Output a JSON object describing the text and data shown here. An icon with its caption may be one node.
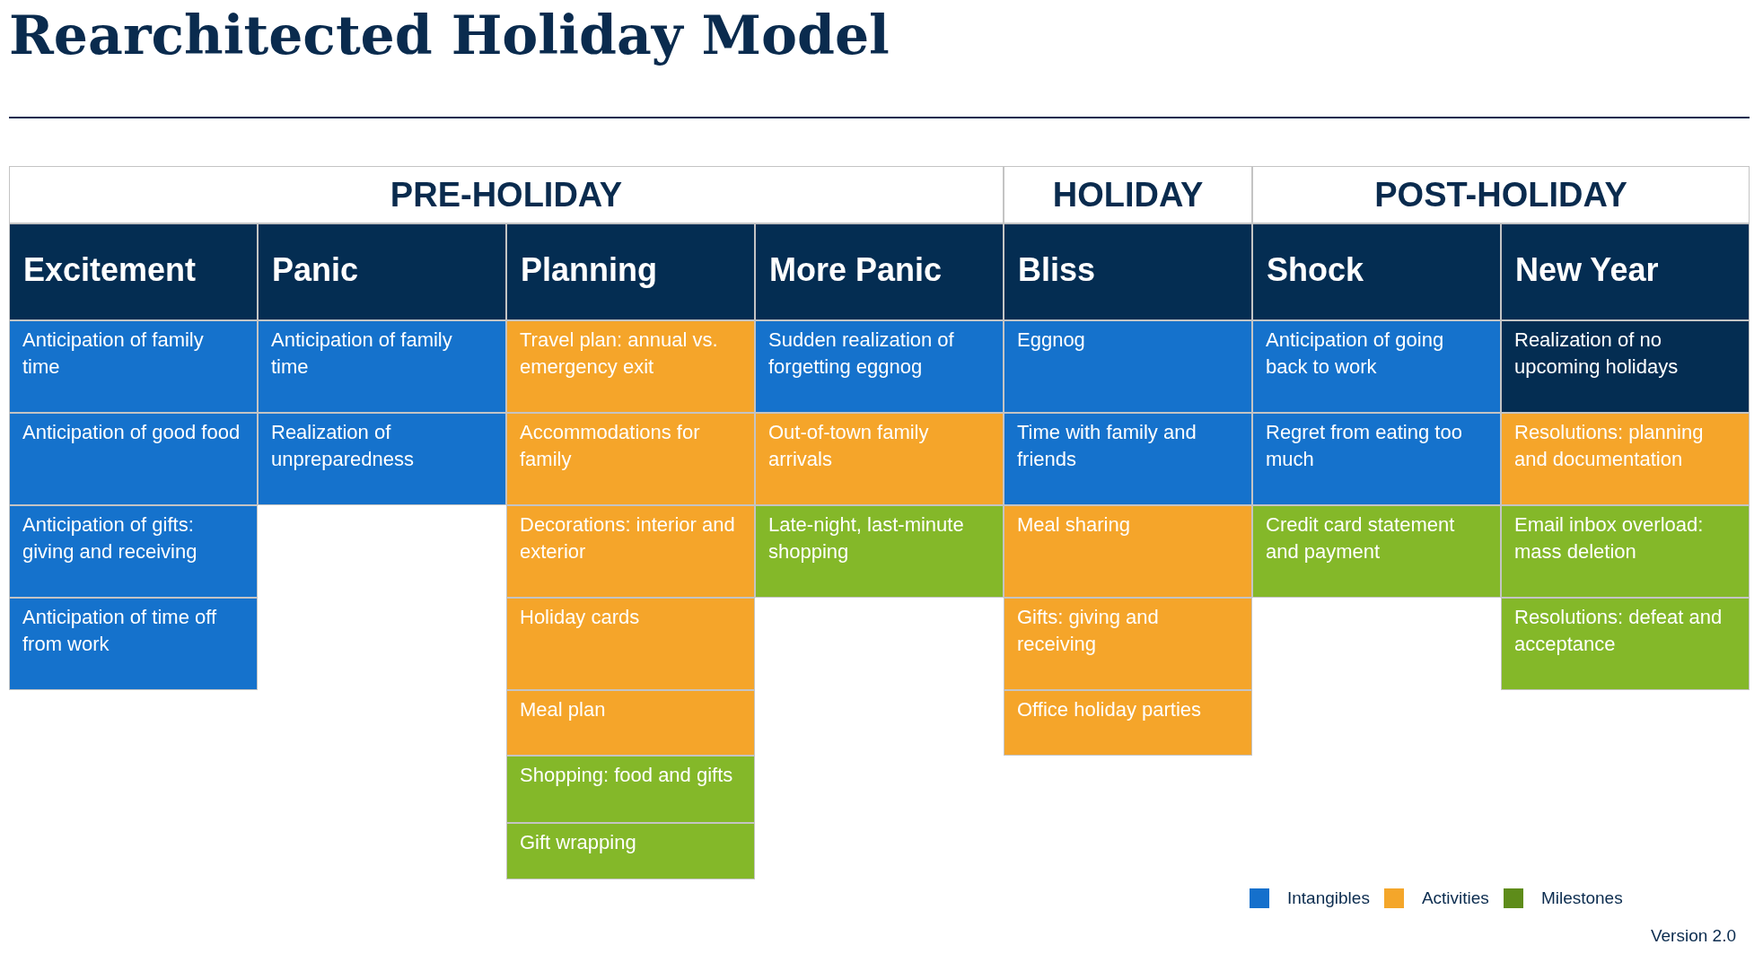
{
  "diagram": {
    "title": "Rearchitected Holiday Model",
    "nodes": [
      {
        "text": [
          "PRE-HOLIDAY"
        ]
      },
      {
        "text": [
          "HOLIDAY"
        ]
      },
      {
        "text": [
          "POST-HOLIDAY"
        ]
      },
      {
        "text": [
          "Excitement"
        ]
      },
      {
        "text": [
          "Anticipation of family time"
        ]
      },
      {
        "text": [
          "Anticipation of good food"
        ]
      },
      {
        "text": [
          "Anticipation of gifts: giving and receiving"
        ]
      },
      {
        "text": [
          "Anticipation of time off from work"
        ]
      },
      {
        "text": [
          "Panic"
        ]
      },
      {
        "text": [
          "Anticipation of family time"
        ]
      },
      {
        "text": [
          "Realization of unpreparedness"
        ]
      },
      {
        "text": [
          "Planning"
        ]
      },
      {
        "text": [
          "Travel plan: annual vs. emergency exit"
        ]
      },
      {
        "text": [
          "Accommodations for family"
        ]
      },
      {
        "text": [
          "Decorations: interior and exterior"
        ]
      },
      {
        "text": [
          "Holiday cards"
        ]
      },
      {
        "text": [
          "Meal plan"
        ]
      },
      {
        "text": [
          "Shopping: food and gifts"
        ]
      },
      {
        "text": [
          "Gift wrapping"
        ]
      },
      {
        "text": [
          "More Panic"
        ]
      },
      {
        "text": [
          "Sudden realization of forgetting eggnog"
        ]
      },
      {
        "text": [
          "Out-of-town family arrivals"
        ]
      },
      {
        "text": [
          "Late-night, last-minute shopping"
        ]
      },
      {
        "text": [
          "Bliss"
        ]
      },
      {
        "text": [
          "Eggnog"
        ]
      },
      {
        "text": [
          "Time with family and friends"
        ]
      },
      {
        "text": [
          "Meal sharing"
        ]
      },
      {
        "text": [
          "Gifts: giving and receiving"
        ]
      },
      {
        "text": [
          "Office holiday parties"
        ]
      },
      {
        "text": [
          "Shock"
        ]
      },
      {
        "text": [
          "Anticipation of going back to work"
        ]
      },
      {
        "text": [
          "Regret from eating too much"
        ]
      },
      {
        "text": [
          "Credit card statement and payment"
        ]
      },
      {
        "text": [
          "New Year"
        ]
      },
      {
        "text": [
          "Realization of no upcoming holidays"
        ]
      },
      {
        "text": [
          "Resolutions: planning and documentation"
        ]
      },
      {
        "text": [
          "Email inbox overload: mass deletion"
        ]
      },
      {
        "text": [
          "Resolutions: defeat and acceptance"
        ]
      }
    ],
    "labels": [
      "Version 2.0"
    ],
    "legend": [
      {
        "text": "Intangibles",
        "color": "#1570cc"
      },
      {
        "text": "Activities",
        "color": "#f4a62a"
      },
      {
        "text": "Milestones",
        "color": "#5e8c1a"
      }
    ]
  }
}
